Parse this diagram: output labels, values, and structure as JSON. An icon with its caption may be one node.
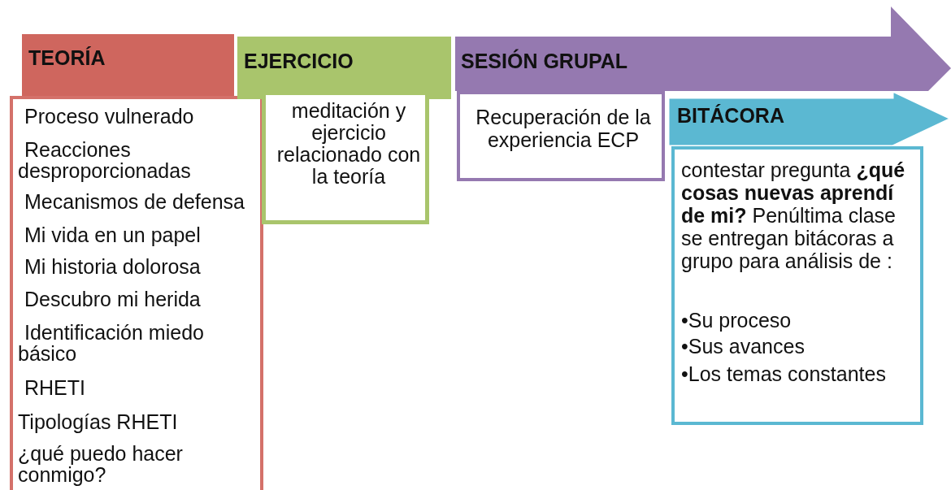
{
  "diagram": {
    "nodes": [
      {
        "text": [
          "TEORÍA"
        ]
      },
      {
        "text": [
          "Proceso vulnerado",
          "Reacciones desproporcionadas",
          "Mecanismos de defensa",
          "Mi vida en un papel",
          "Mi historia dolorosa",
          "Descubro mi herida",
          "Identificación miedo básico",
          "RHETI",
          "Tipologías RHETI",
          "¿qué puedo hacer conmigo?"
        ]
      },
      {
        "text": [
          "EJERCICIO"
        ]
      },
      {
        "text": [
          "meditación y ejercicio relacionado con la teoría"
        ]
      },
      {
        "text": [
          "SESIÓN GRUPAL"
        ]
      },
      {
        "text": [
          "Recuperación de la experiencia ECP"
        ]
      },
      {
        "text": [
          "BITÁCORA"
        ]
      },
      {
        "text": [
          "contestar pregunta **¿qué cosas nuevas aprendí de mi?** Penúltima clase se entregan bitácoras a grupo para análisis de :",
          "•Su proceso",
          "•Sus avances",
          "•Los temas constantes"
        ]
      }
    ]
  }
}
